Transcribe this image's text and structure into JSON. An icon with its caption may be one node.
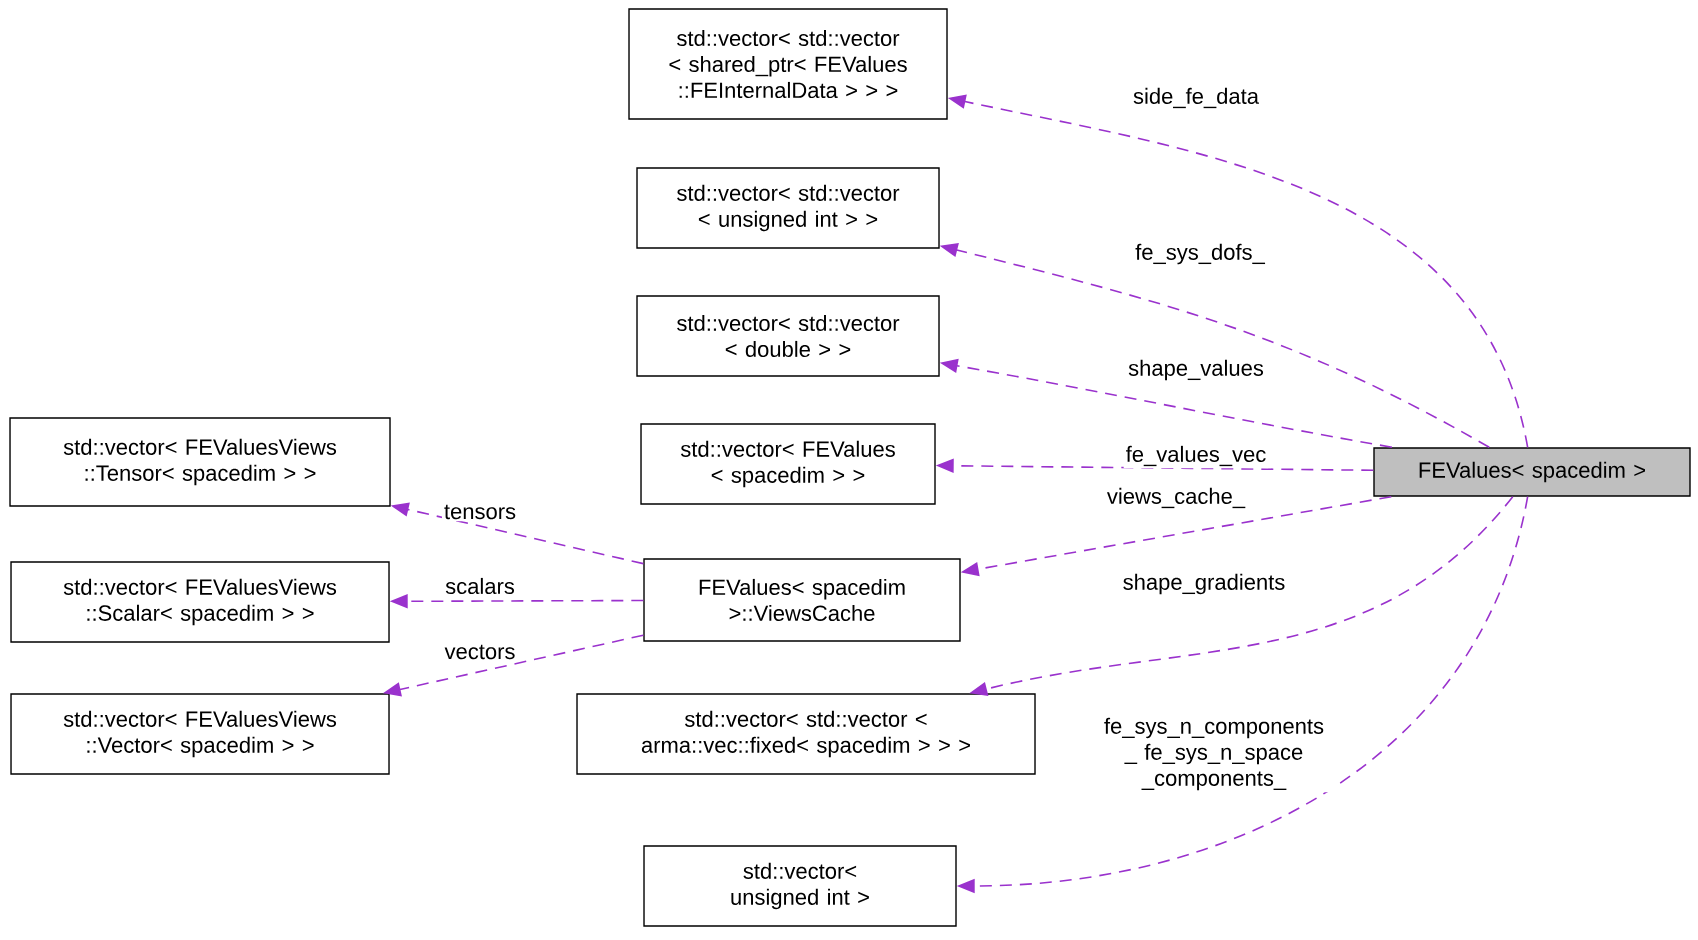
{
  "diagram": {
    "nodes": [
      {
        "text": [
          "FEValues< spacedim >"
        ]
      },
      {
        "text": [
          "std::vector< std::vector < shared_ptr< FEValues ::FEInternalData > > >"
        ]
      },
      {
        "text": [
          "std::vector< std::vector < unsigned int > >"
        ]
      },
      {
        "text": [
          "std::vector< std::vector < double > >"
        ]
      },
      {
        "text": [
          "std::vector< FEValues < spacedim > >"
        ]
      },
      {
        "text": [
          "FEValues< spacedim >::ViewsCache"
        ]
      },
      {
        "text": [
          "std::vector< FEValuesViews ::Tensor< spacedim > >"
        ]
      },
      {
        "text": [
          "std::vector< FEValuesViews ::Scalar< spacedim > >"
        ]
      },
      {
        "text": [
          "std::vector< FEValuesViews ::Vector< spacedim > >"
        ]
      },
      {
        "text": [
          "std::vector< std::vector < arma::vec::fixed< spacedim > > >"
        ]
      },
      {
        "text": [
          "std::vector< unsigned int >"
        ]
      }
    ],
    "edges": [
      {
        "from": 0,
        "to": 1,
        "arrow": "to",
        "label": "side_fe_data",
        "style": "dashed"
      },
      {
        "from": 0,
        "to": 2,
        "arrow": "to",
        "label": "fe_sys_dofs_",
        "style": "dashed"
      },
      {
        "from": 0,
        "to": 3,
        "arrow": "to",
        "label": "shape_values",
        "style": "dashed"
      },
      {
        "from": 0,
        "to": 4,
        "arrow": "to",
        "label": "fe_values_vec",
        "style": "dashed"
      },
      {
        "from": 0,
        "to": 5,
        "arrow": "to",
        "label": "views_cache_",
        "style": "dashed"
      },
      {
        "from": 5,
        "to": 6,
        "arrow": "to",
        "label": "tensors",
        "style": "dashed"
      },
      {
        "from": 5,
        "to": 7,
        "arrow": "to",
        "label": "scalars",
        "style": "dashed"
      },
      {
        "from": 5,
        "to": 8,
        "arrow": "to",
        "label": "vectors",
        "style": "dashed"
      },
      {
        "from": 0,
        "to": 9,
        "arrow": "to",
        "label": "shape_gradients",
        "style": "dashed"
      },
      {
        "from": 0,
        "to": 10,
        "arrow": "to",
        "label": "fe_sys_n_components _ fe_sys_n_space _components_",
        "style": "dashed"
      }
    ]
  }
}
